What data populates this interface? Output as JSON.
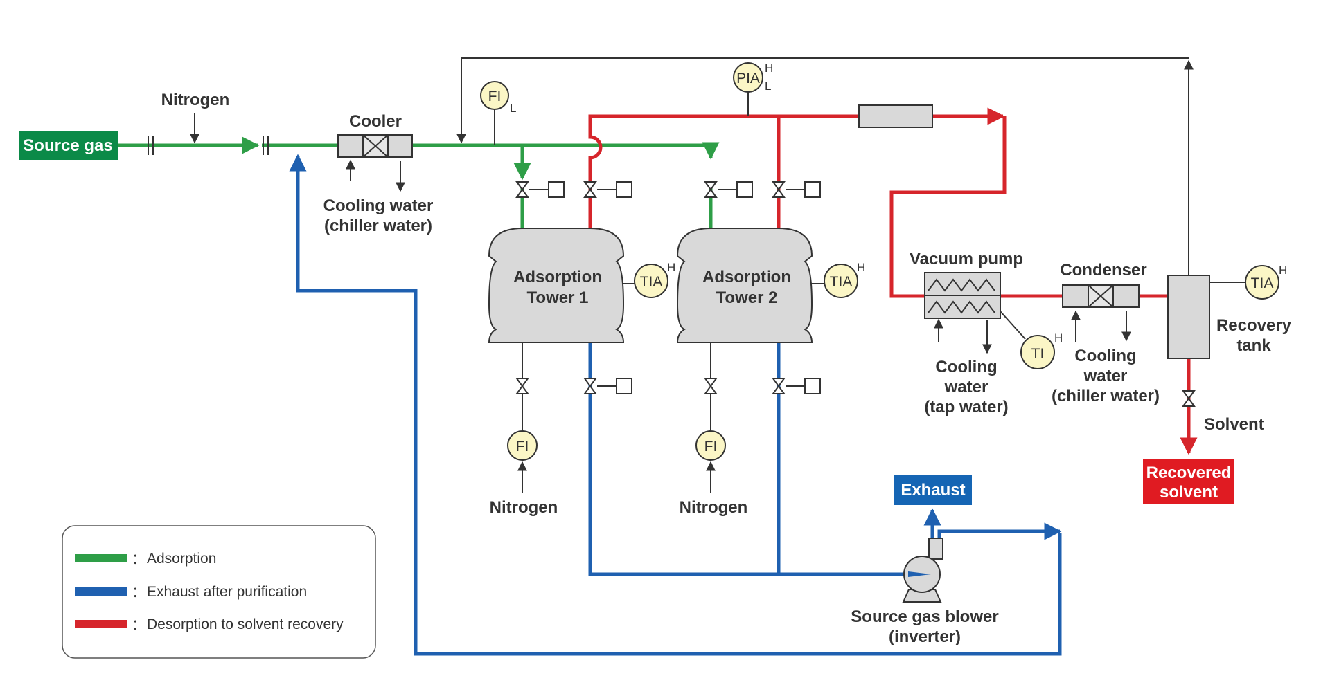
{
  "colors": {
    "adsorption": "#2e9e47",
    "exhaust": "#1f60b0",
    "desorption": "#d6252b",
    "black": "#333333",
    "equipment": "#d9d9d9",
    "instrument": "#fbf6c6",
    "source_box": "#0b8a48",
    "exhaust_box": "#1565b4",
    "recovered_box": "#e01b22"
  },
  "labels": {
    "source_gas": "Source gas",
    "nitrogen_top": "Nitrogen",
    "cooler": "Cooler",
    "cooling_water_1": "Cooling water",
    "chiller_water_1": "(chiller water)",
    "tower1_line1": "Adsorption",
    "tower1_line2": "Tower 1",
    "tower2_line1": "Adsorption",
    "tower2_line2": "Tower 2",
    "nitrogen_t1": "Nitrogen",
    "nitrogen_t2": "Nitrogen",
    "vacuum_pump": "Vacuum pump",
    "vp_cw_1": "Cooling",
    "vp_cw_2": "water",
    "vp_cw_3": "(tap water)",
    "condenser": "Condenser",
    "cd_cw_1": "Cooling",
    "cd_cw_2": "water",
    "cd_cw_3": "(chiller water)",
    "recovery_tank_1": "Recovery",
    "recovery_tank_2": "tank",
    "solvent": "Solvent",
    "recovered_1": "Recovered",
    "recovered_2": "solvent",
    "exhaust": "Exhaust",
    "blower_1": "Source gas blower",
    "blower_2": "(inverter)"
  },
  "instruments": {
    "fi_top": "FI",
    "fi_top_sup": "L",
    "pia": "PIA",
    "pia_sup_h": "H",
    "pia_sup_l": "L",
    "tia1": "TIA",
    "tia1_sup": "H",
    "tia2": "TIA",
    "tia2_sup": "H",
    "fi_t1": "FI",
    "fi_t2": "FI",
    "ti_vp": "TI",
    "ti_vp_sup": "H",
    "tia_tank": "TIA",
    "tia_tank_sup": "H"
  },
  "legend": {
    "items": [
      {
        "color": "#2e9e47",
        "label": "Adsorption"
      },
      {
        "color": "#1f60b0",
        "label": "Exhaust after purification"
      },
      {
        "color": "#d6252b",
        "label": "Desorption to solvent recovery"
      }
    ],
    "separator": "："
  }
}
